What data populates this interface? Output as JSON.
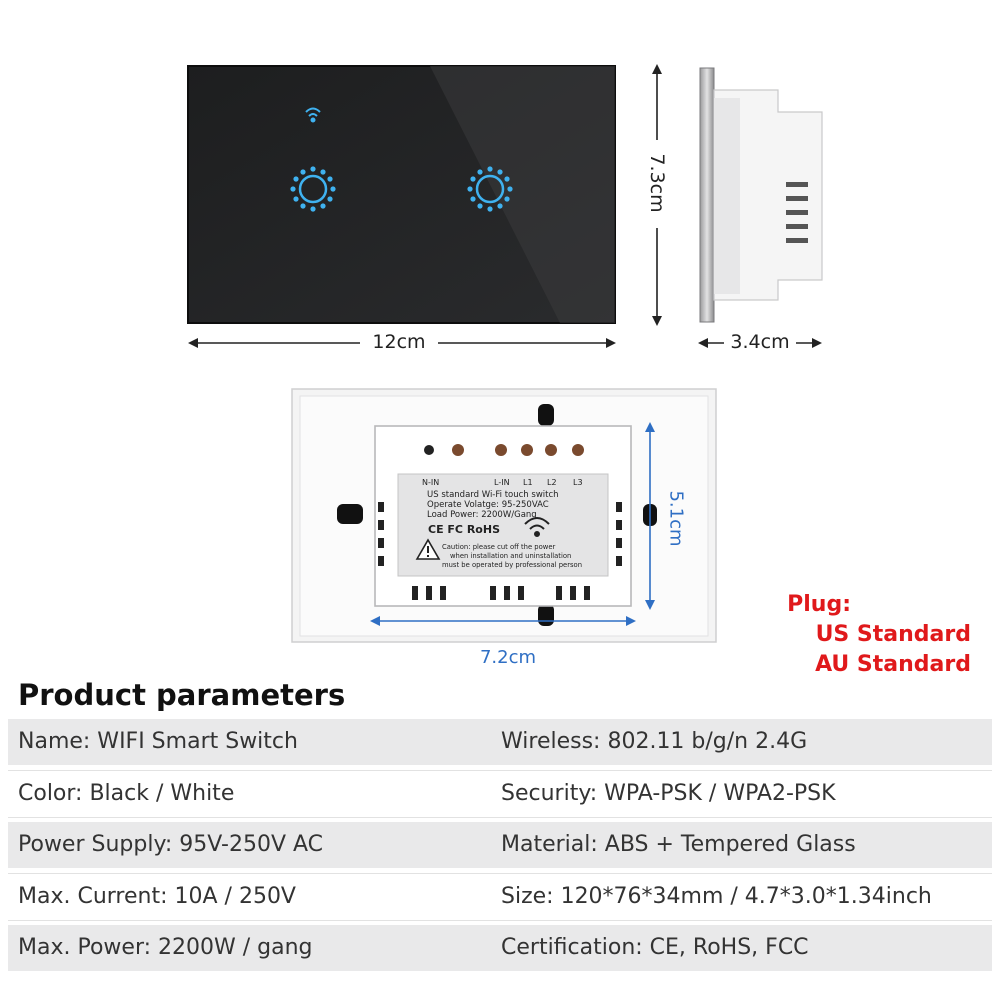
{
  "dimensions": {
    "width": "12cm",
    "height": "7.3cm",
    "depth": "3.4cm",
    "back_height": "5.1cm",
    "back_width": "7.2cm"
  },
  "back_label": {
    "terminals": [
      "N-IN",
      "L-IN",
      "L1",
      "L2",
      "L3"
    ],
    "line1": "US standard Wi-Fi touch switch",
    "line2": "Operate Volatge: 95-250VAC",
    "line3": "Load Power: 2200W/Gang",
    "marks": "CE FC RoHS",
    "caution1": "Caution: please cut off the power",
    "caution2": "when installation and uninstallation",
    "caution3": "must be operated by professional person"
  },
  "plug": {
    "heading": "Plug:",
    "line1": "US Standard",
    "line2": "AU Standard"
  },
  "params": {
    "title": "Product parameters",
    "rows": [
      {
        "left": "Name: WIFI Smart Switch",
        "right": "Wireless: 802.11 b/g/n 2.4G"
      },
      {
        "left": "Color: Black / White",
        "right": "Security: WPA-PSK / WPA2-PSK"
      },
      {
        "left": "Power Supply: 95V-250V AC",
        "right": "Material: ABS + Tempered Glass"
      },
      {
        "left": "Max. Current: 10A / 250V",
        "right": "Size: 120*76*34mm / 4.7*3.0*1.34inch"
      },
      {
        "left": "Max. Power: 2200W / gang",
        "right": "Certification: CE, RoHS, FCC"
      }
    ]
  },
  "colors": {
    "panel": "#232425",
    "touch_ring": "#3fb2f0",
    "plug_text": "#e0191b",
    "row_shade": "#e9e9ea",
    "dim_blue": "#2f6fc4"
  },
  "icons": [
    "wifi-icon",
    "touch-button-icon",
    "caution-icon"
  ]
}
